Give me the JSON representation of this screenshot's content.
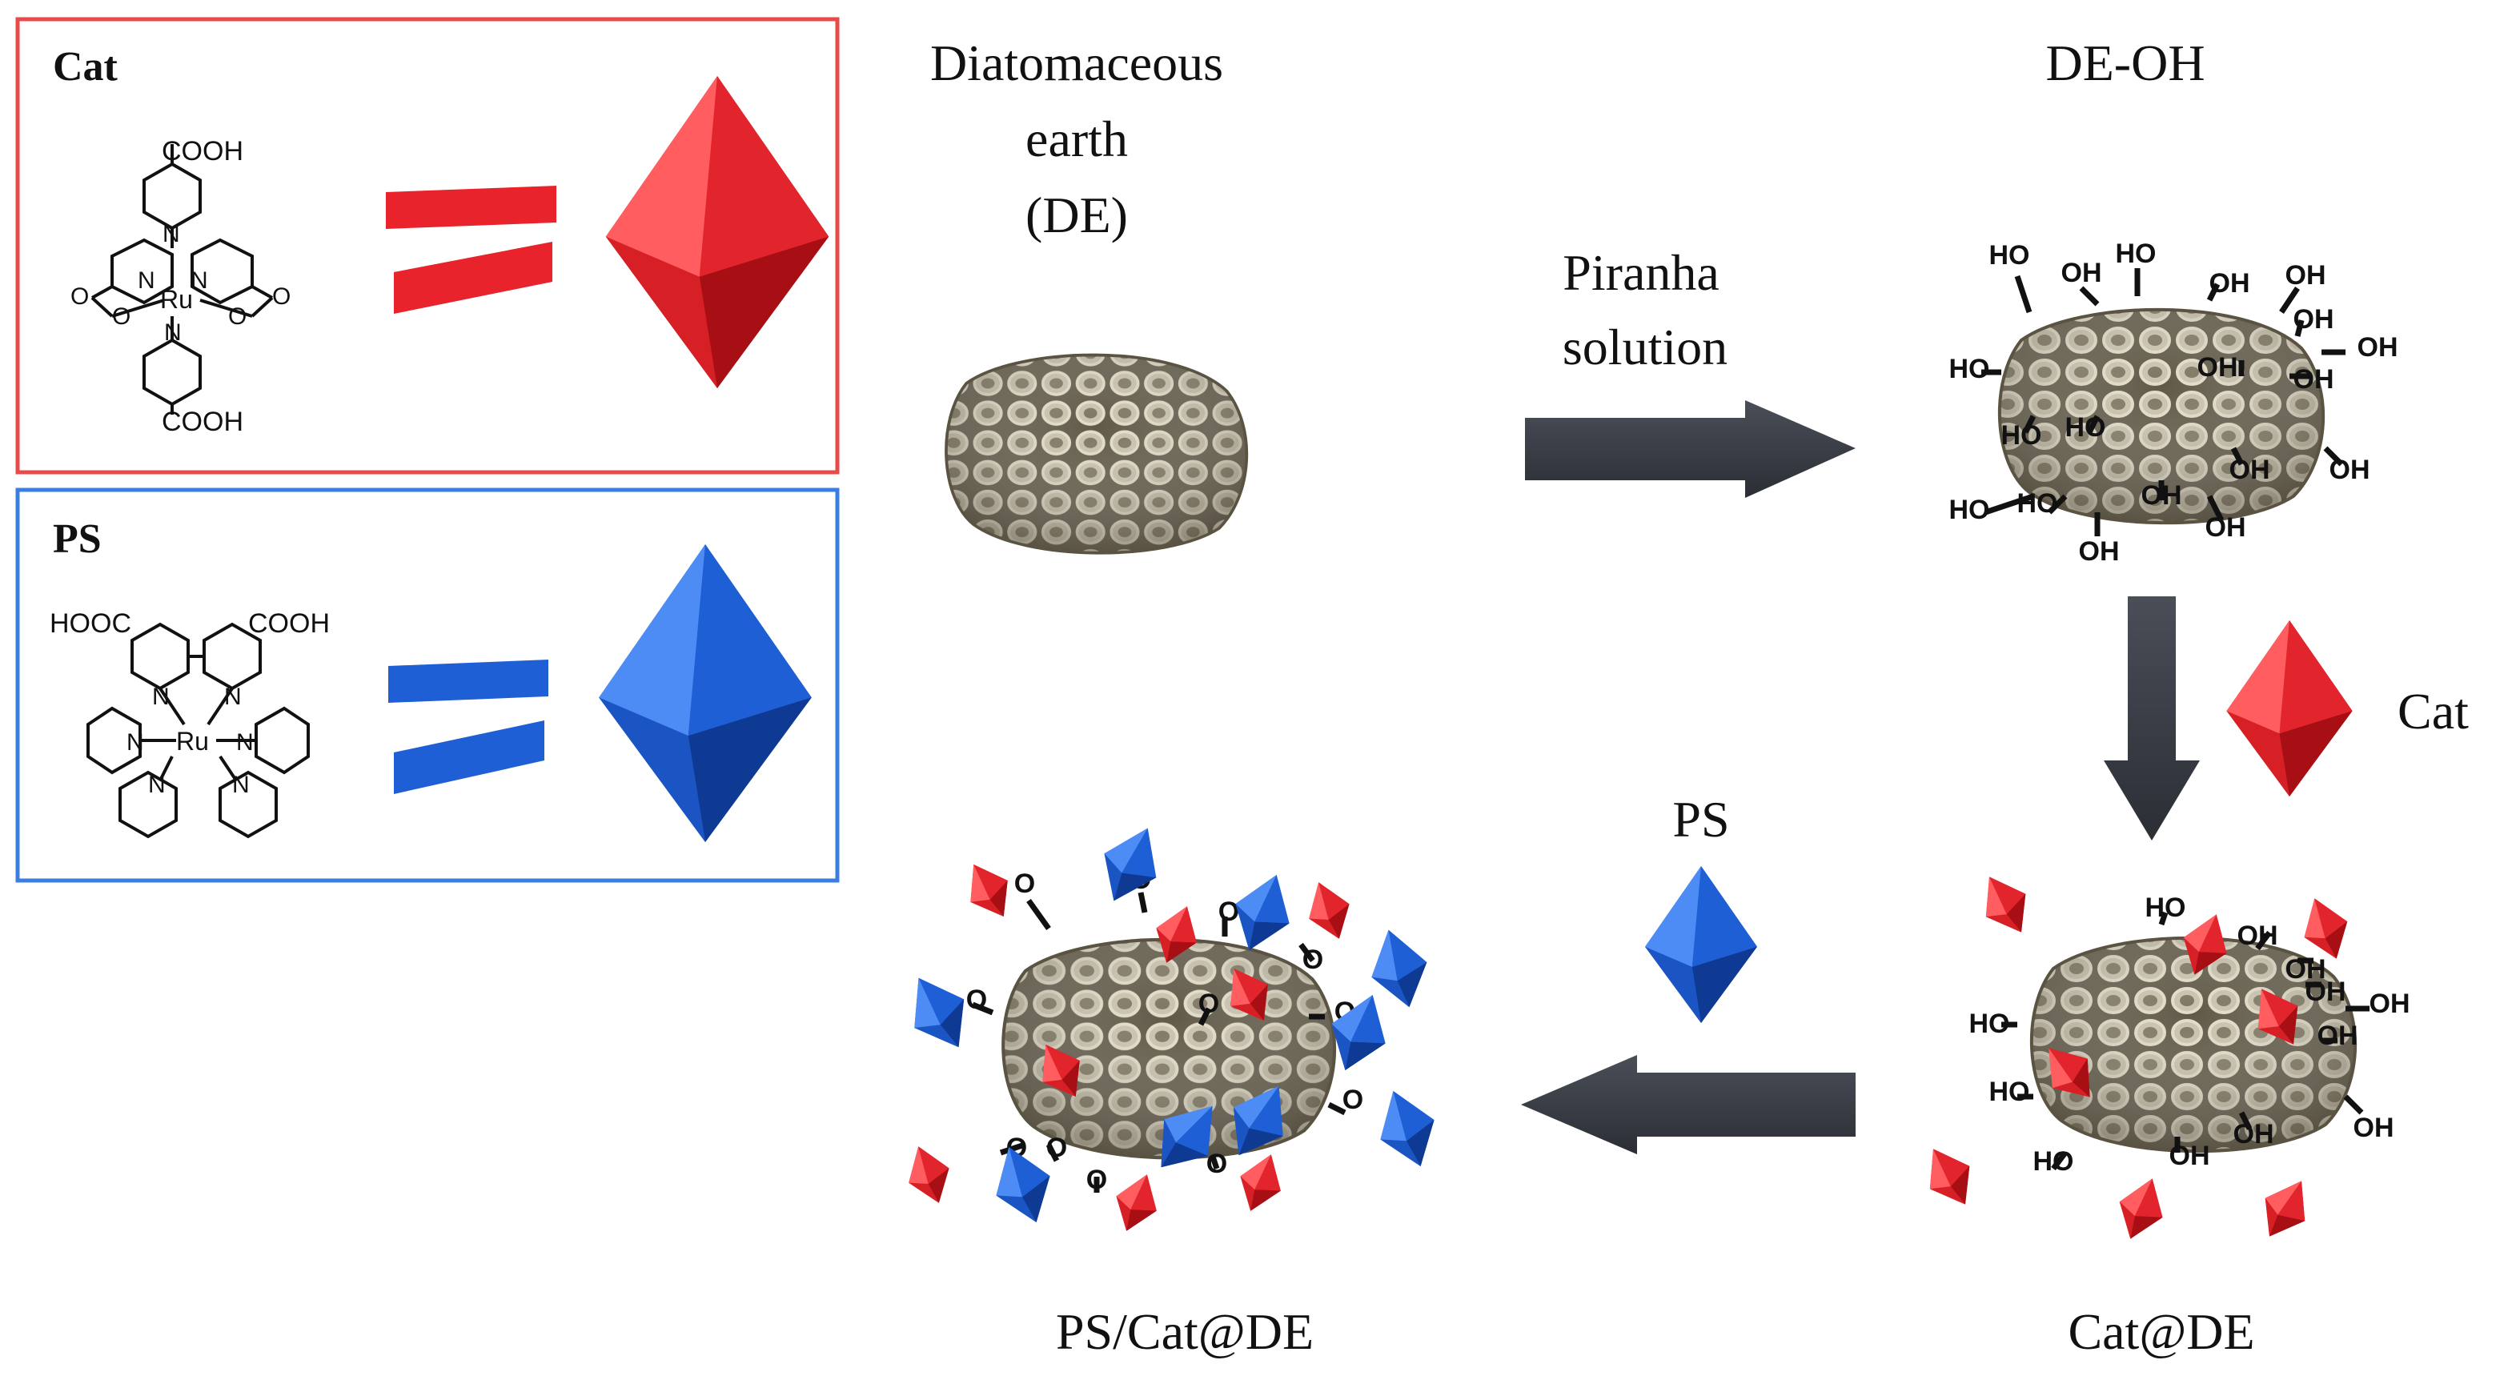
{
  "legend": {
    "cat_title": "Cat",
    "ps_title": "PS",
    "cat_chem": {
      "top_group": "COOH",
      "bottom_group": "COOH",
      "metal": "Ru",
      "n": "N",
      "o": "O"
    },
    "ps_chem": {
      "left_group": "HOOC",
      "right_group": "COOH",
      "metal": "Ru",
      "n": "N"
    }
  },
  "steps": {
    "de_line1": "Diatomaceous",
    "de_line2": "earth",
    "de_line3": "(DE)",
    "deoh": "DE-OH",
    "piranha_line1": "Piranha",
    "piranha_line2": "solution",
    "cat_reagent": "Cat",
    "ps_reagent": "PS",
    "catde": "Cat@DE",
    "pscatde": "PS/Cat@DE"
  },
  "surface": {
    "oh": "OH",
    "ho": "HO",
    "o": "O"
  },
  "colors": {
    "cat_red": "#e8232b",
    "ps_blue": "#1f5fd6",
    "arrow": "#3a3d45",
    "diatom": "#8d8673",
    "cat_box_border": "#e84a4a",
    "ps_box_border": "#3a7ee0"
  }
}
